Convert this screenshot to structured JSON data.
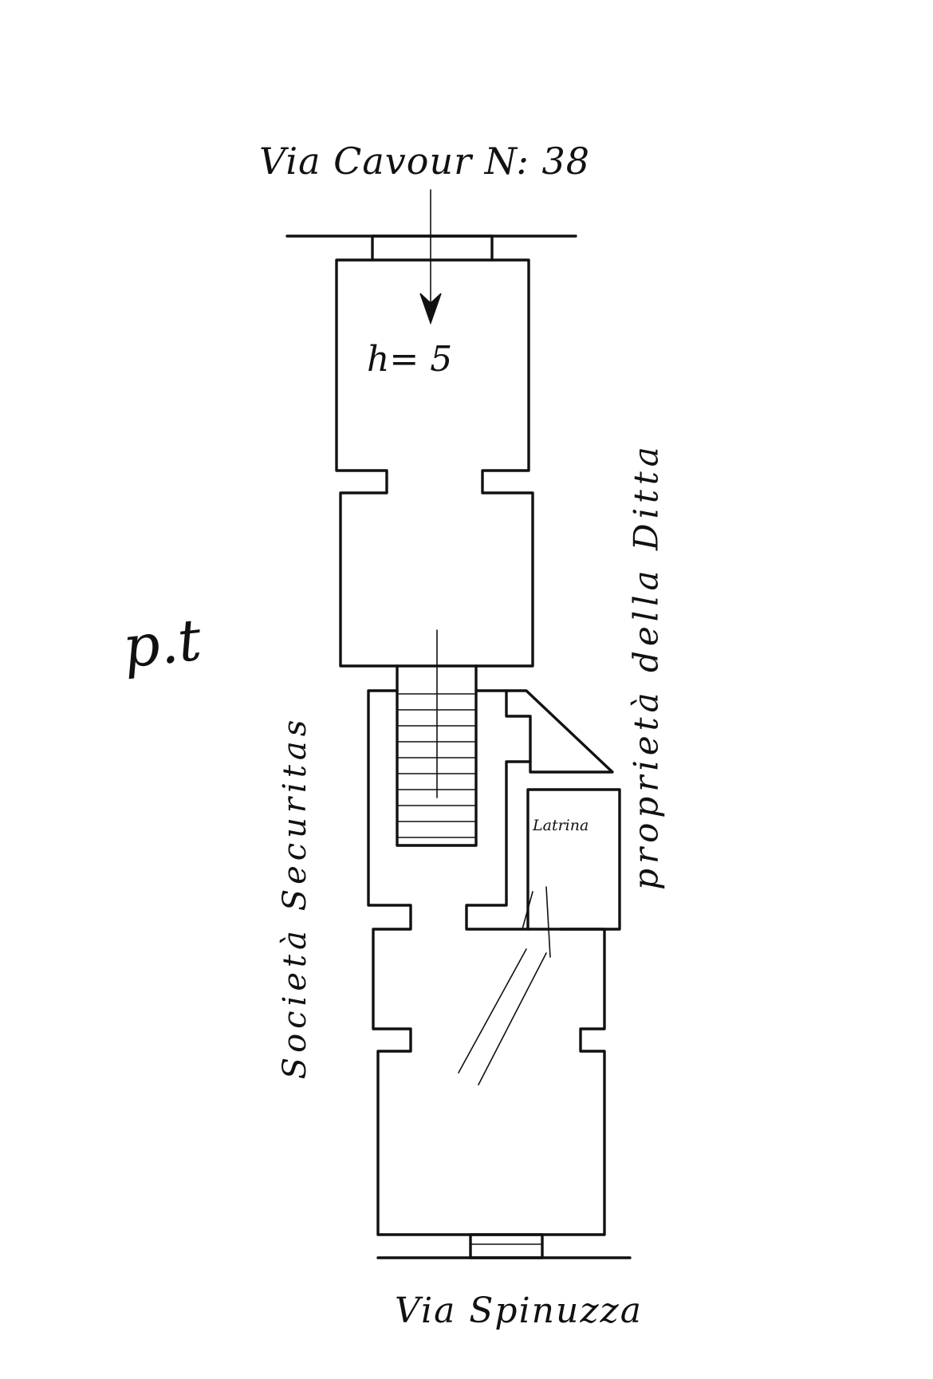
{
  "labels": {
    "street_top": "Via Cavour N: 38",
    "street_bottom": "Via Spinuzza",
    "height_mark": "h= 5",
    "floor_mark": "p.t",
    "wc": "Latrina",
    "neighbor_left": "Società Securitas",
    "neighbor_right": "proprietà della Ditta"
  },
  "colors": {
    "ink": "#111111",
    "paper": "#ffffff"
  }
}
